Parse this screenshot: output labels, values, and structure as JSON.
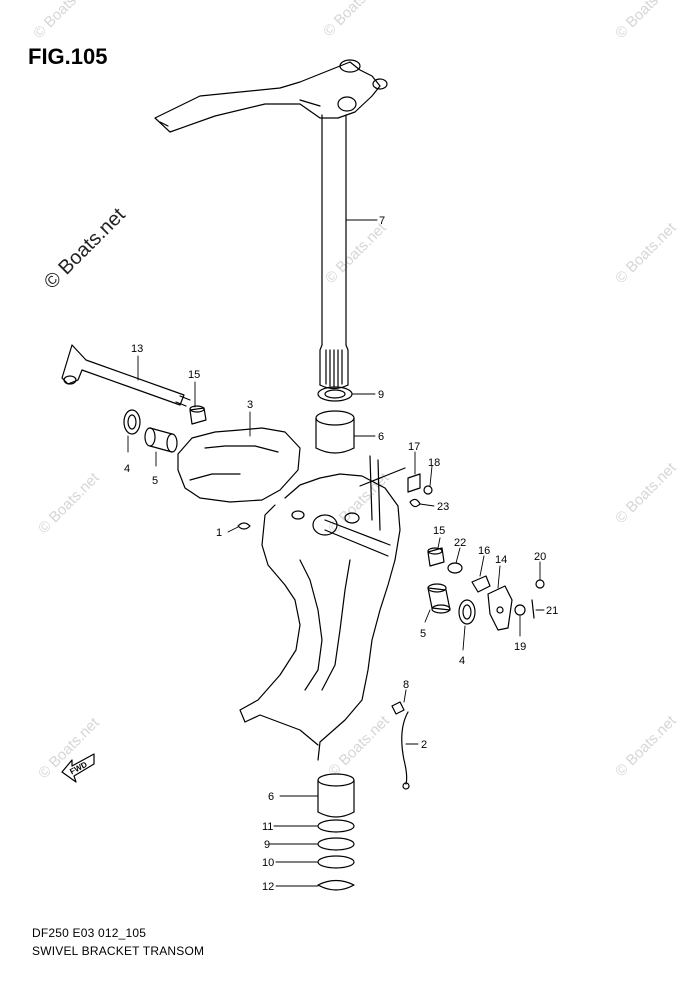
{
  "figure_title": "FIG.105",
  "footer": {
    "code": "DF250 E03 012_105",
    "name": "SWIVEL BRACKET TRANSOM"
  },
  "watermark": "© Boats.net",
  "fwd_label": "FWD",
  "callouts": [
    "7",
    "13",
    "15",
    "3",
    "9",
    "6",
    "4",
    "5",
    "17",
    "18",
    "23",
    "1",
    "15",
    "22",
    "16",
    "14",
    "20",
    "5",
    "4",
    "19",
    "21",
    "8",
    "2",
    "6",
    "11",
    "9",
    "10",
    "12"
  ]
}
